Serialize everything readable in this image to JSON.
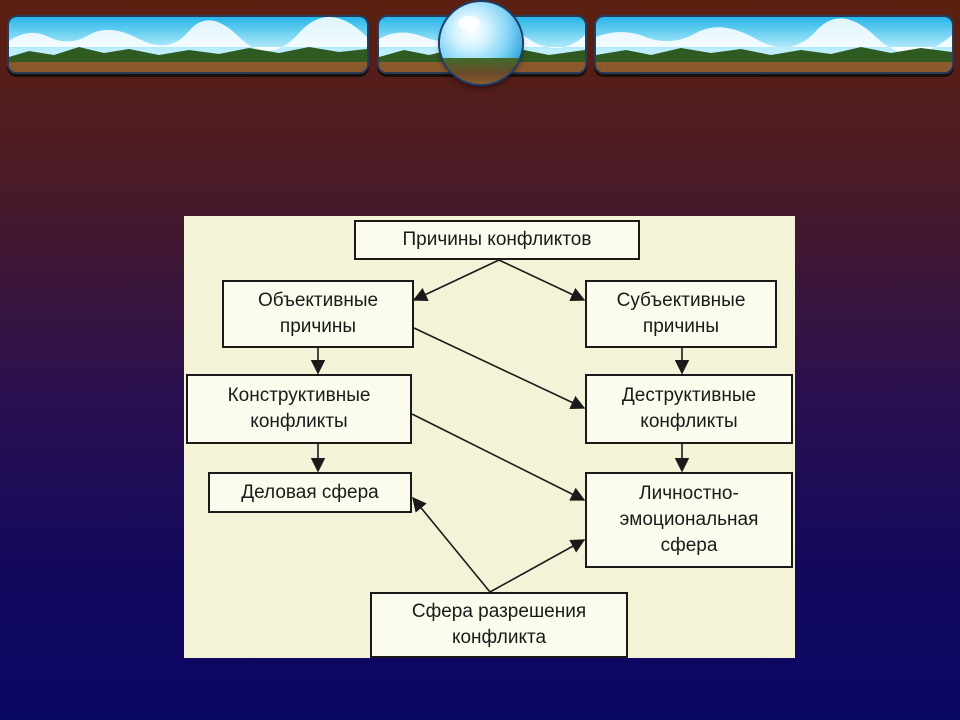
{
  "colors": {
    "sky_top": "#27b6e8",
    "sky_bottom": "#bdeefc",
    "mountains": "#2f5a22",
    "ground": "#8a5a2c",
    "panel": "#f4f3d8",
    "box_border": "#1a1a1a"
  },
  "diagram": {
    "nodes": {
      "root": "Причины конфликтов",
      "objective": "Объективные\nпричины",
      "subjective": "Субъективные\nпричины",
      "constructive": "Конструктивные\nконфликты",
      "destructive": "Деструктивные\nконфликты",
      "business": "Деловая сфера",
      "personal": "Личностно-\nэмоциональная\nсфера",
      "resolution": "Сфера разрешения\nконфликта"
    },
    "edges": [
      [
        "root",
        "objective"
      ],
      [
        "root",
        "subjective"
      ],
      [
        "objective",
        "constructive"
      ],
      [
        "objective",
        "destructive"
      ],
      [
        "subjective",
        "destructive"
      ],
      [
        "constructive",
        "business"
      ],
      [
        "constructive",
        "personal"
      ],
      [
        "destructive",
        "personal"
      ],
      [
        "resolution",
        "business"
      ],
      [
        "resolution",
        "personal"
      ]
    ]
  }
}
